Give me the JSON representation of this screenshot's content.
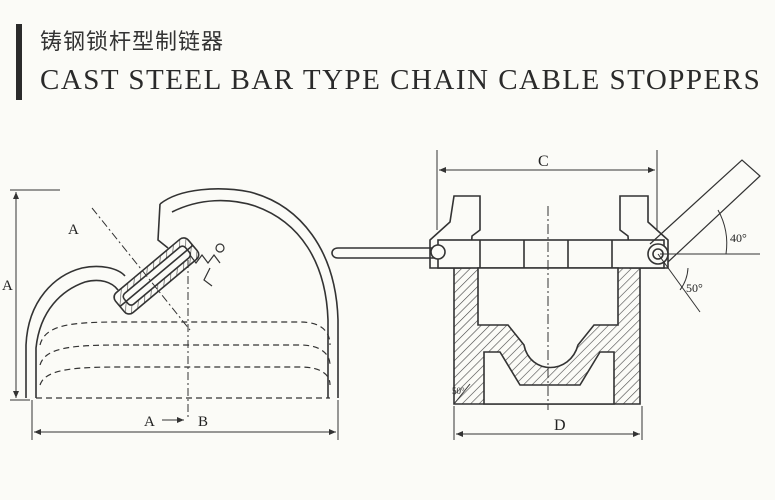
{
  "header": {
    "title_cn": "铸钢锁杆型制链器",
    "title_en": "CAST STEEL BAR TYPE CHAIN CABLE STOPPERS"
  },
  "side_view": {
    "dim_section": "A",
    "dim_height": "A",
    "dim_width_a": "A",
    "dim_width_b": "B"
  },
  "front_view": {
    "dim_top": "C",
    "dim_bottom": "D",
    "angle_40": "40°",
    "angle_50_right": "50°",
    "angle_50_left": "50°"
  }
}
